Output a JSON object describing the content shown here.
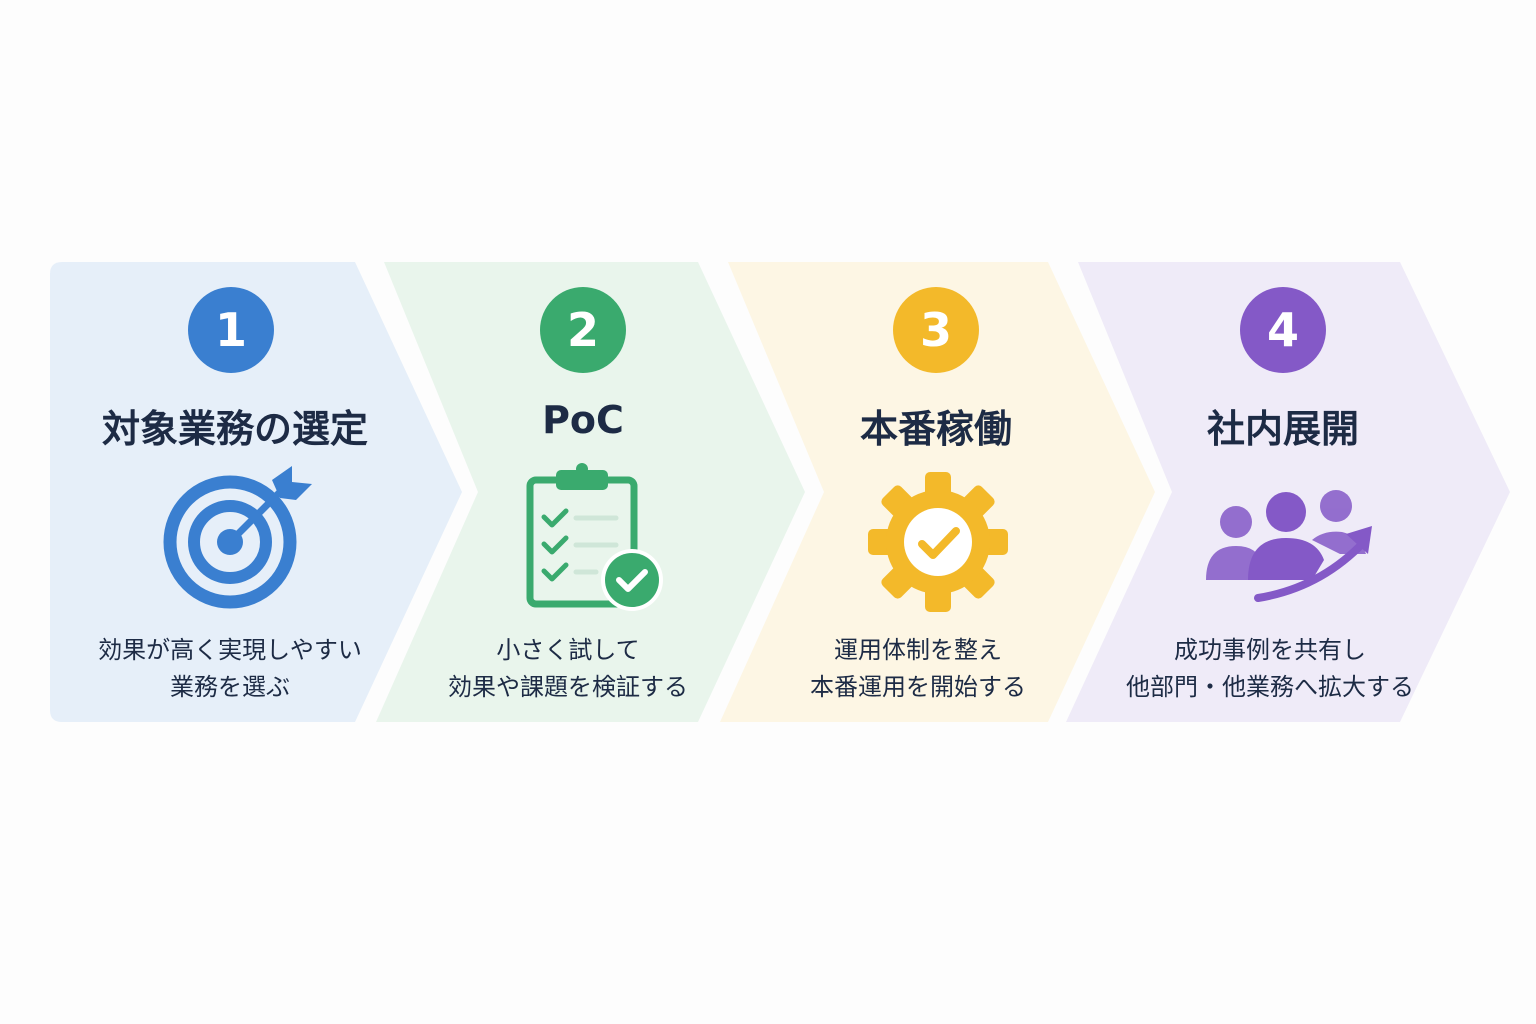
{
  "steps": [
    {
      "number": "1",
      "title": "対象業務の選定",
      "icon": "target-icon",
      "desc_lines": [
        "効果が高く実現しやすい",
        "業務を選ぶ"
      ],
      "accent": "#3a7fd0",
      "bg": "#e6eff9"
    },
    {
      "number": "2",
      "title": "PoC",
      "icon": "clipboard-check-icon",
      "desc_lines": [
        "小さく試して",
        "効果や課題を検証する"
      ],
      "accent": "#3aaa6e",
      "bg": "#e9f5ec"
    },
    {
      "number": "3",
      "title": "本番稼働",
      "icon": "gear-check-icon",
      "desc_lines": [
        "運用体制を整え",
        "本番運用を開始する"
      ],
      "accent": "#f3b92a",
      "bg": "#fdf6e4"
    },
    {
      "number": "4",
      "title": "社内展開",
      "icon": "team-growth-icon",
      "desc_lines": [
        "成功事例を共有し",
        "他部門・他業務へ拡大する"
      ],
      "accent": "#8459c7",
      "bg": "#efebf8"
    }
  ]
}
